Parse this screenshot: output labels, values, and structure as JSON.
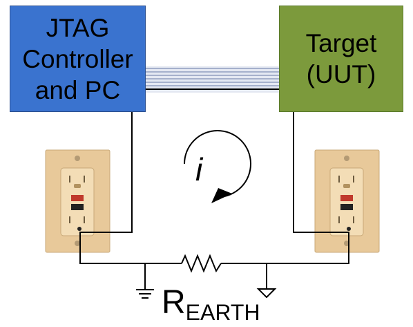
{
  "controller": {
    "lines": [
      "JTAG",
      "Controller",
      "and PC"
    ],
    "color": "#3a73cf"
  },
  "target": {
    "lines": [
      "Target",
      "(UUT)"
    ],
    "color": "#7c9a3c"
  },
  "current_label": "i",
  "resistor": {
    "label_main": "R",
    "label_sub": "EARTH"
  },
  "outlet_plate_color": "#e8c99a",
  "outlet_body_color": "#f0d8ae",
  "reset_button_color": "#c0392b",
  "test_button_color": "#222222"
}
